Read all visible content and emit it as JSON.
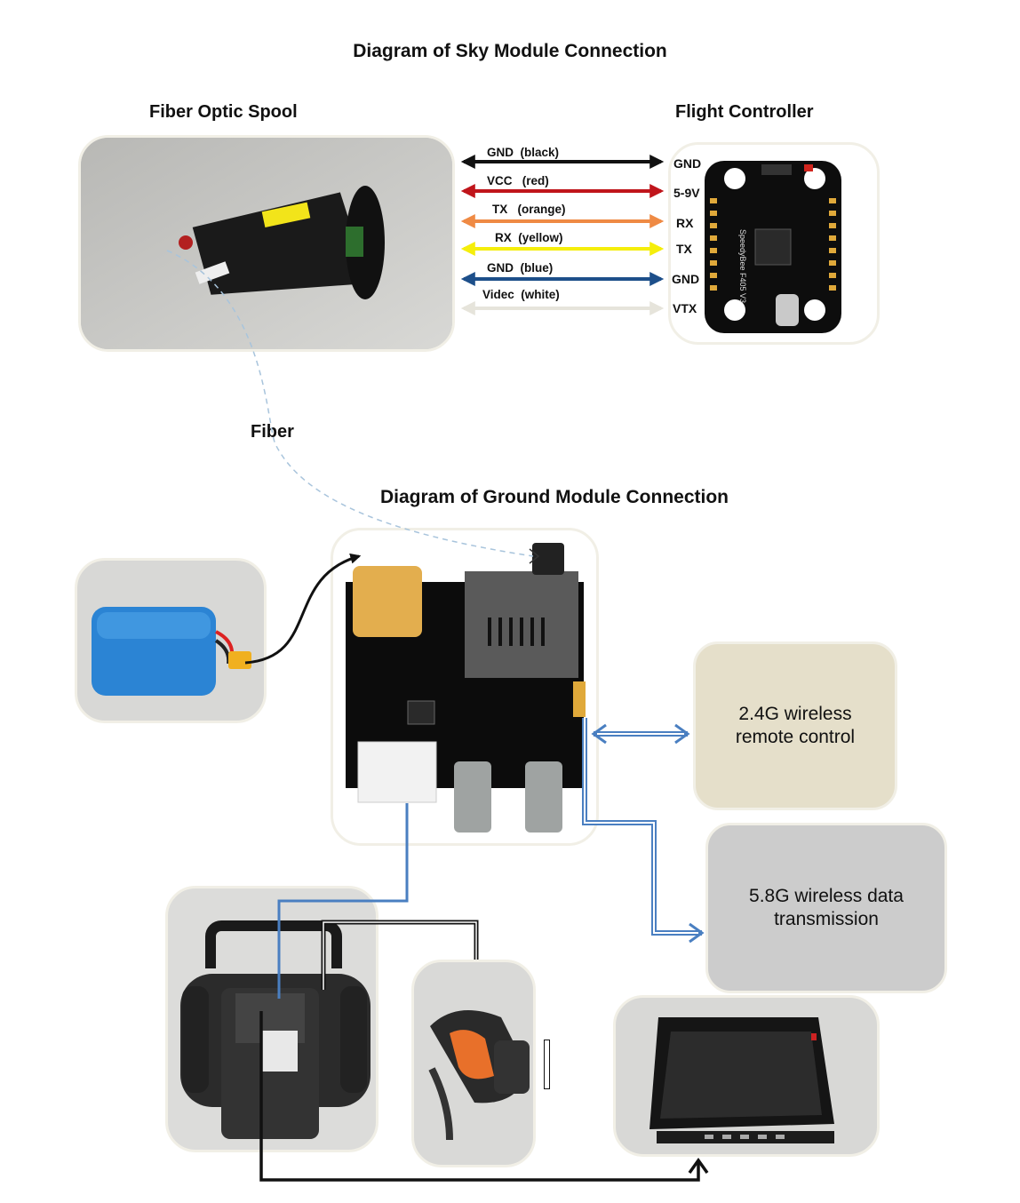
{
  "titles": {
    "sky": "Diagram of Sky Module Connection",
    "ground": "Diagram of Ground Module Connection"
  },
  "labels": {
    "spool": "Fiber Optic Spool",
    "flight_controller": "Flight Controller",
    "fiber": "Fiber"
  },
  "wires": [
    {
      "name": "GND",
      "color_name": "(black)",
      "pin": "GND",
      "color": "#111111"
    },
    {
      "name": "VCC",
      "color_name": "(red)",
      "pin": "5-9V",
      "color": "#c0151b"
    },
    {
      "name": "TX",
      "color_name": "(orange)",
      "pin": "RX",
      "color": "#ef8a44"
    },
    {
      "name": "RX",
      "color_name": "(yellow)",
      "pin": "TX",
      "color": "#f5ee0b"
    },
    {
      "name": "GND",
      "color_name": "(blue)",
      "pin": "GND",
      "color": "#1d4f8a"
    },
    {
      "name": "Videc",
      "color_name": "(white)",
      "pin": "VTX",
      "color": "#e6e4db"
    }
  ],
  "boxes": {
    "rc": "2.4G wireless remote control",
    "data": "5.8G wireless data transmission"
  },
  "board_text": "SpeedyBee F405 V3",
  "colors": {
    "box_rc": "#e5dfca",
    "box_data": "#cccccc",
    "link_blue": "#4a7fc1",
    "fiber": "#a8c4dc"
  }
}
